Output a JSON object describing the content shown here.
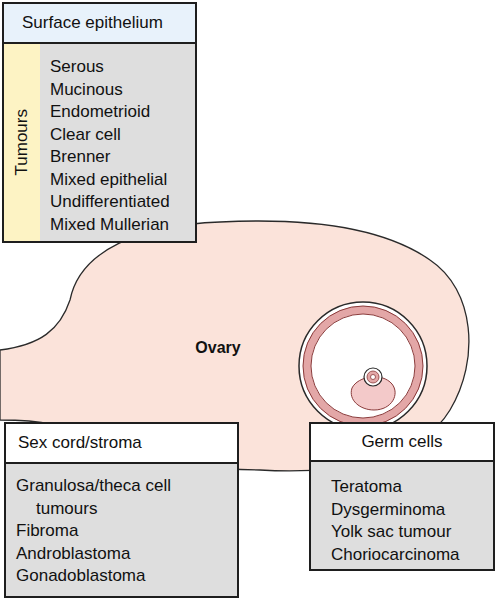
{
  "diagram": {
    "nodes": [
      {
        "text": [
          "Surface epithelium",
          "Tumours",
          "Serous",
          "Mucinous",
          "Endometrioid",
          "Clear cell",
          "Brenner",
          "Mixed epithelial",
          "Undifferentiated",
          "Mixed Mullerian"
        ]
      },
      {
        "text": [
          "Ovary"
        ]
      },
      {
        "text": [
          "Sex cord/stroma",
          "Granulosa/theca cell tumours",
          "Fibroma",
          "Androblastoma",
          "Gonadoblastoma"
        ]
      },
      {
        "text": [
          "Germ cells",
          "Teratoma",
          "Dysgerminoma",
          "Yolk sac tumour",
          "Choriocarcinoma"
        ]
      }
    ]
  }
}
